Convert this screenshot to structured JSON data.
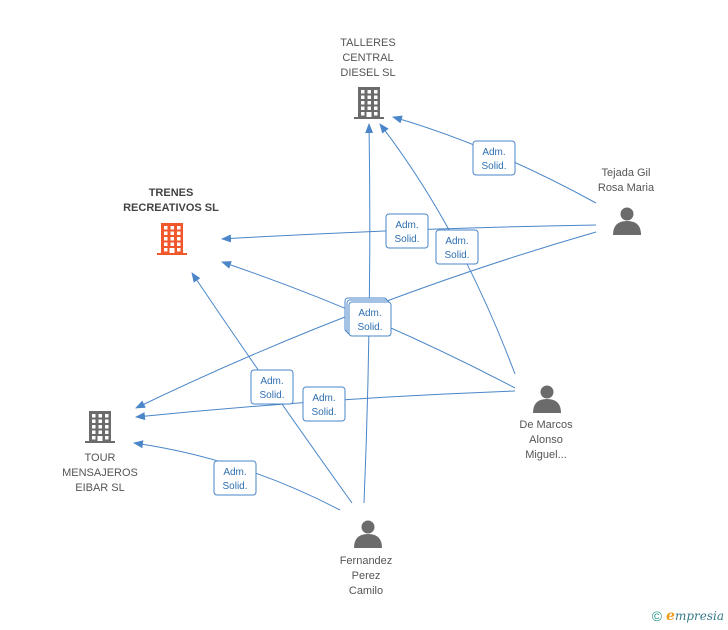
{
  "nodes": {
    "talleres": {
      "lines": [
        "TALLERES",
        "CENTRAL",
        "DIESEL SL"
      ],
      "type": "company"
    },
    "trenes": {
      "lines": [
        "TRENES",
        "RECREATIVOS SL"
      ],
      "type": "company-main"
    },
    "tour": {
      "lines": [
        "TOUR",
        "MENSAJEROS",
        "EIBAR SL"
      ],
      "type": "company"
    },
    "tejada": {
      "lines": [
        "Tejada Gil",
        "Rosa Maria"
      ],
      "type": "person"
    },
    "demarcos": {
      "lines": [
        "De Marcos",
        "Alonso",
        "Miguel..."
      ],
      "type": "person"
    },
    "fernandez": {
      "lines": [
        "Fernandez",
        "Perez",
        "Camilo"
      ],
      "type": "person"
    }
  },
  "edge_label": [
    "Adm.",
    "Solid."
  ],
  "colors": {
    "edge": "#4a86c8",
    "company_icon": "#6b6b6b",
    "main_icon": "#f0572a",
    "person_icon": "#6b6b6b",
    "label_border": "#4a86c8",
    "label_text": "#2e6fb0"
  },
  "footer": {
    "copyright_symbol": "©",
    "brand_e": "e",
    "brand_rest": "mpresia"
  }
}
